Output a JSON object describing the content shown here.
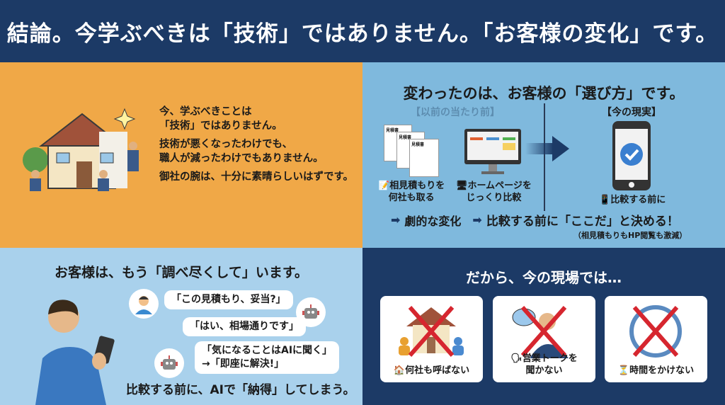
{
  "header": {
    "title": "結論。今学ぶべきは「技術」ではありません。「お客様の変化」です。"
  },
  "panel_skill": {
    "lines": [
      "今、学ぶべきことは",
      "「技術」ではありません。",
      "技術が悪くなったわけでも、",
      "職人が減ったわけでもありません。",
      "御社の腕は、十分に素晴らしいはずです。"
    ]
  },
  "panel_change": {
    "title": "変わったのは、お客様の「選び方」です。",
    "before_label": "【以前の当たり前】",
    "now_label": "【今の現実】",
    "estimate_doc": "見積書",
    "before_items": [
      {
        "icon": "memo-icon",
        "text": [
          "相見積もりを",
          "何社も取る"
        ]
      },
      {
        "icon": "monitor-icon",
        "text": [
          "ホームページを",
          "じっくり比較"
        ]
      }
    ],
    "now_item": "比較する前に",
    "change": "劇的な変化",
    "decide": "比較する前に「ここだ」と決める！",
    "note": "（相見積もりもHP閲覧も激減）"
  },
  "panel_research": {
    "title": "お客様は、もう「調べ尽くして」います。",
    "chat": [
      "「この見積もり、妥当?」",
      "「はい、相場通りです」",
      "「気になることはAIに聞く」",
      "→「即座に解決!」"
    ],
    "conclusion": "比較する前に、AIで「納得」してしまう。"
  },
  "panel_field": {
    "title": "だから、今の現場では…",
    "cards": [
      {
        "icon": "house-icon",
        "text": "何社も呼ばない"
      },
      {
        "icon": "speaking-head-icon",
        "text": [
          "営業トークを",
          "聞かない"
        ]
      },
      {
        "icon": "hourglass-icon",
        "text": "時間をかけない"
      }
    ]
  },
  "colors": {
    "navy": "#1c3a66",
    "orange": "#f0a847",
    "blue": "#7fb9dd",
    "light_blue": "#a9d1ec",
    "cross": "#d6262f"
  }
}
